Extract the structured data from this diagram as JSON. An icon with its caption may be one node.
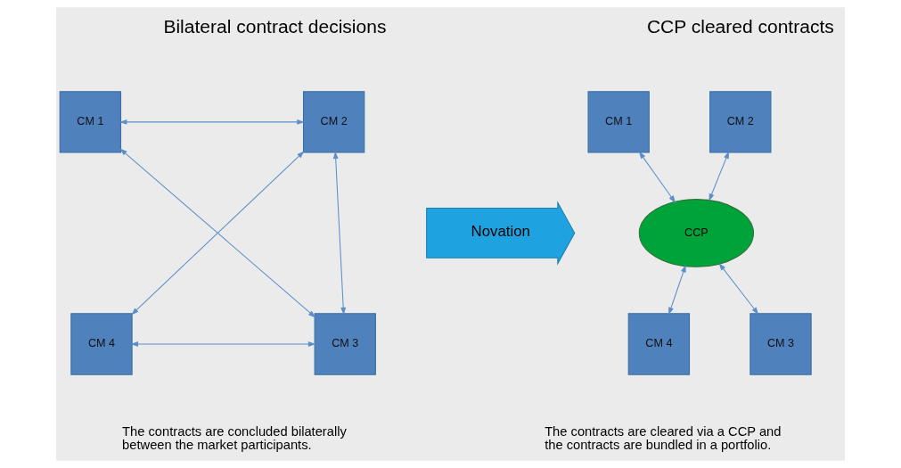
{
  "diagram": {
    "nodes": [
      {
        "text": [
          "CM 1"
        ]
      },
      {
        "text": [
          "CM 2"
        ]
      },
      {
        "text": [
          "CM 4"
        ]
      },
      {
        "text": [
          "CM 3"
        ]
      },
      {
        "text": [
          "Novation"
        ]
      },
      {
        "text": [
          "CM 1"
        ]
      },
      {
        "text": [
          "CM 2"
        ]
      },
      {
        "text": [
          "CCP"
        ]
      },
      {
        "text": [
          "CM 4"
        ]
      },
      {
        "text": [
          "CM 3"
        ]
      }
    ],
    "edges": [
      {
        "from": 0,
        "to": 1,
        "arrow": "both"
      },
      {
        "from": 0,
        "to": 3,
        "arrow": "both"
      },
      {
        "from": 1,
        "to": 2,
        "arrow": "both"
      },
      {
        "from": 1,
        "to": 3,
        "arrow": "both"
      },
      {
        "from": 2,
        "to": 3,
        "arrow": "both"
      },
      {
        "from": 5,
        "to": 7,
        "arrow": "both"
      },
      {
        "from": 6,
        "to": 7,
        "arrow": "both"
      },
      {
        "from": 7,
        "to": 8,
        "arrow": "both"
      },
      {
        "from": 7,
        "to": 9,
        "arrow": "both"
      }
    ],
    "labels": [
      "Bilateral contract decisions",
      "CCP cleared contracts",
      "The contracts are concluded bilaterally between the market participants.",
      "The contracts are cleared via a CCP and the contracts are bundled in a portfolio."
    ]
  }
}
